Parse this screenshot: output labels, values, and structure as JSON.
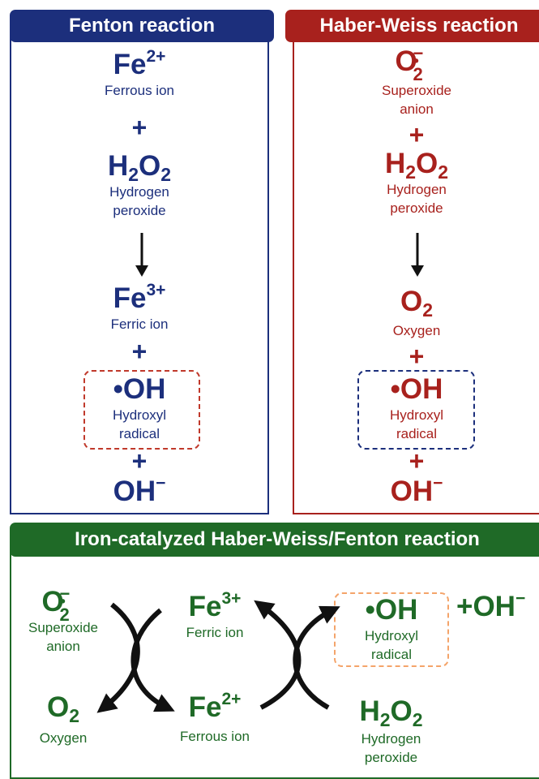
{
  "fenton": {
    "title": "Fenton reaction",
    "fe2_base": "Fe",
    "fe2_charge": "2+",
    "fe2_name": "Ferrous ion",
    "plus": "+",
    "h2o2_h": "H",
    "h2o2_s1": "2",
    "h2o2_o": "O",
    "h2o2_s2": "2",
    "h2o2_name_1": "Hydrogen",
    "h2o2_name_2": "peroxide",
    "fe3_base": "Fe",
    "fe3_charge": "3+",
    "fe3_name": "Ferric ion",
    "oh_radical": "•OH",
    "oh_name_1": "Hydroxyl",
    "oh_name_2": "radical",
    "hydroxide": "OH",
    "hydroxide_charge": "−"
  },
  "haber_weiss": {
    "title": "Haber-Weiss reaction",
    "superoxide_base": "O",
    "superoxide_sub": "2",
    "superoxide_charge": "−",
    "superoxide_dot": "•",
    "superoxide_name_1": "Superoxide",
    "superoxide_name_2": "anion",
    "plus": "+",
    "h2o2_h": "H",
    "h2o2_s1": "2",
    "h2o2_o": "O",
    "h2o2_s2": "2",
    "h2o2_name_1": "Hydrogen",
    "h2o2_name_2": "peroxide",
    "o2_base": "O",
    "o2_sub": "2",
    "o2_name": "Oxygen",
    "oh_radical": "•OH",
    "oh_name_1": "Hydroxyl",
    "oh_name_2": "radical",
    "hydroxide": "OH",
    "hydroxide_charge": "−"
  },
  "iron_catalyzed": {
    "title": "Iron-catalyzed Haber-Weiss/Fenton reaction",
    "superoxide_base": "O",
    "superoxide_sub": "2",
    "superoxide_charge": "−",
    "superoxide_dot": "•",
    "superoxide_name_1": "Superoxide",
    "superoxide_name_2": "anion",
    "o2_base": "O",
    "o2_sub": "2",
    "o2_name": "Oxygen",
    "fe3_base": "Fe",
    "fe3_charge": "3+",
    "fe3_name": "Ferric ion",
    "fe2_base": "Fe",
    "fe2_charge": "2+",
    "fe2_name": "Ferrous ion",
    "oh_radical": "•OH",
    "oh_name_1": "Hydroxyl",
    "oh_name_2": "radical",
    "plus_hydroxide": "+",
    "hydroxide": "OH",
    "hydroxide_charge": "−",
    "h2o2_h": "H",
    "h2o2_s1": "2",
    "h2o2_o": "O",
    "h2o2_s2": "2",
    "h2o2_name_1": "Hydrogen",
    "h2o2_name_2": "peroxide"
  },
  "colors": {
    "blue": "#1c2f7c",
    "red": "#a8211d",
    "green": "#1f6a27",
    "orange": "#f4a46a"
  }
}
